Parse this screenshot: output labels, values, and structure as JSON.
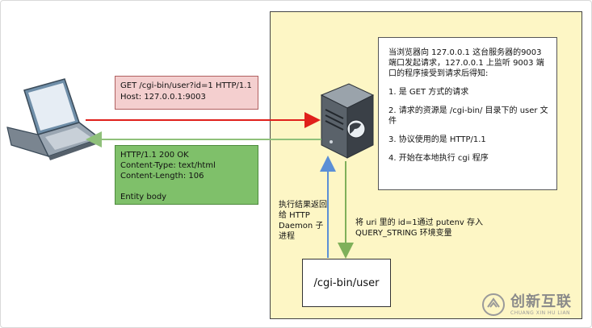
{
  "request_box": {
    "lines": [
      "GET /cgi-bin/user?id=1 HTTP/1.1",
      "Host: 127.0.0.1:9003"
    ]
  },
  "response_box": {
    "lines": [
      "HTTP/1.1 200 OK",
      "Content-Type: text/html",
      "Content-Length: 106",
      "Entity body"
    ]
  },
  "info_box": {
    "paragraphs": [
      "当浏览器向 127.0.0.1 这台服务器的9003 端口发起请求，127.0.0.1 上监听 9003 端口的程序接受到请求后得知:",
      "1. 是 GET 方式的请求",
      "2. 请求的资源是 /cgi-bin/ 目录下的 user 文件",
      "3. 协议使用的是 HTTP/1.1",
      "4. 开始在本地执行 cgi 程序"
    ]
  },
  "cgi_box": {
    "label": "/cgi-bin/user"
  },
  "exec_label": "执行结果返回给 HTTP Daemon 子进程",
  "putenv_label": {
    "lines": [
      "将 uri 里的 id=1通过 putenv 存入",
      "QUERY_STRING 环境变量"
    ]
  },
  "watermark": {
    "title": "创新互联",
    "subtitle": "CHUANG XIN HU LIAN"
  },
  "icons": [
    "laptop-icon",
    "server-icon",
    "watermark-logo-icon"
  ],
  "colors": {
    "server_zone": "#fdf6c5",
    "request_box": "#f4cfcf",
    "response_box": "#7fc06a",
    "request_arrow": "#e0201b",
    "response_arrow": "#8fc07a",
    "up_arrow": "#5b8fd6",
    "down_arrow": "#7fb05a"
  }
}
